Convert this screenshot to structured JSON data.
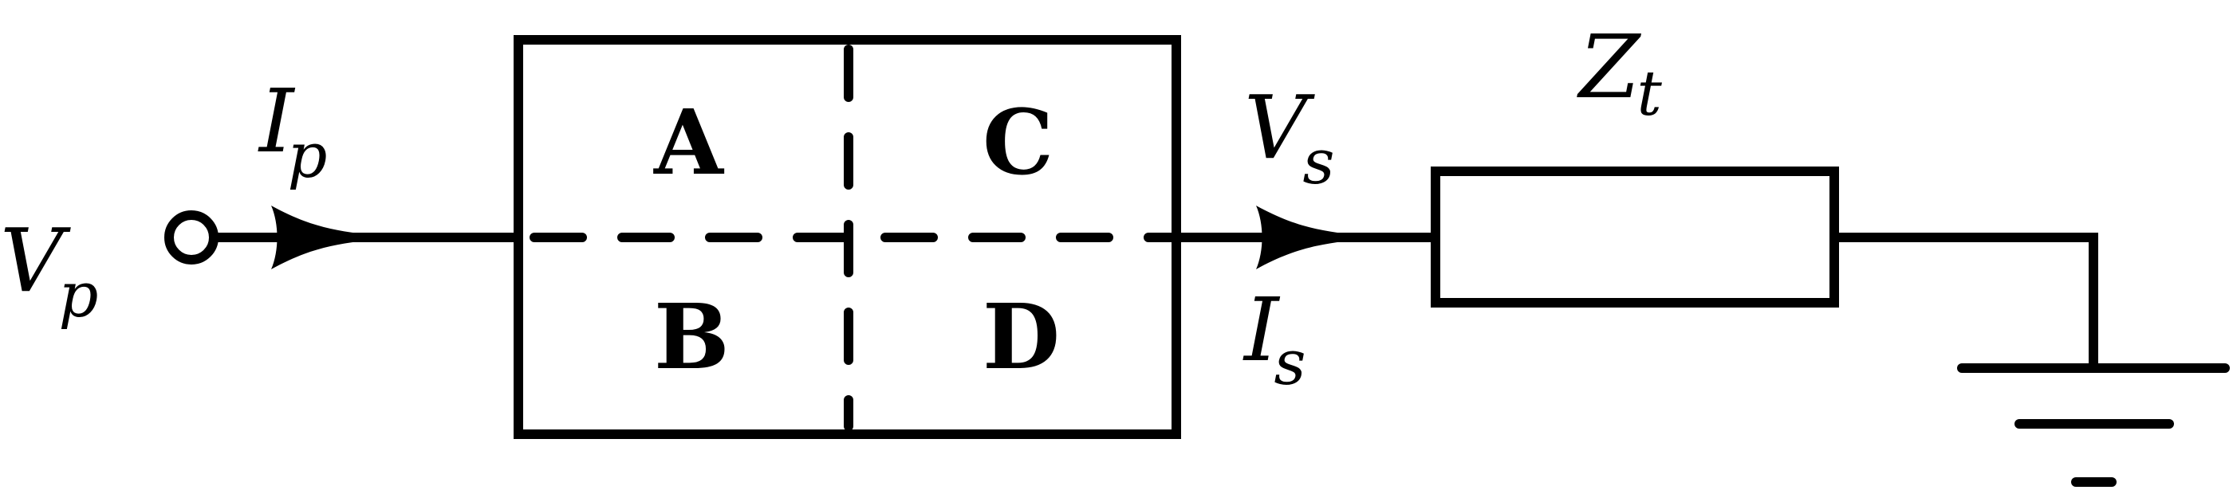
{
  "diagram": {
    "primary_voltage": {
      "symbol": "V",
      "subscript": "p"
    },
    "primary_current": {
      "symbol": "I",
      "subscript": "p"
    },
    "secondary_voltage": {
      "symbol": "V",
      "subscript": "s"
    },
    "secondary_current": {
      "symbol": "I",
      "subscript": "s"
    },
    "impedance": {
      "symbol": "Z",
      "accent": "~",
      "subscript": "t"
    },
    "matrix": {
      "a": "A",
      "b": "B",
      "c": "C",
      "d": "D"
    }
  }
}
